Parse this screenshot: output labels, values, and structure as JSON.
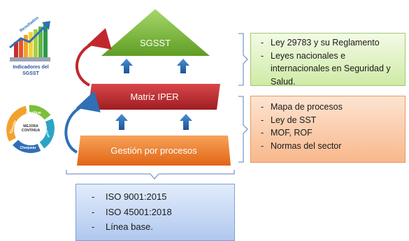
{
  "levels": {
    "top": {
      "label": "SGSST",
      "color": "#7dbb3a"
    },
    "middle": {
      "label": "Matriz IPER",
      "color": "#c1282d"
    },
    "bottom": {
      "label": "Gestión por procesos",
      "color": "#ee7b26"
    }
  },
  "sgsst_inputs": [
    "Ley 29783 y su Reglamento",
    "Leyes nacionales e internacionales en Seguridad y Salud."
  ],
  "iper_inputs": [
    "Mapa de procesos",
    "Ley de SST",
    "MOF, ROF",
    "Normas del sector"
  ],
  "base_inputs": [
    "ISO 9001:2015",
    "ISO 45001:2018",
    "Línea base."
  ],
  "indicators_icon": {
    "title": "Indicadores del SGSST",
    "arrow_label": "Resultados",
    "icon": "bar-chart-growth-icon"
  },
  "continuous_improvement_icon": {
    "center": "MEJORA CONTINUA",
    "steps": [
      "Planificar",
      "Actuar",
      "Chequear",
      "Ejecutar"
    ],
    "icon": "pdca-cycle-icon"
  },
  "colors": {
    "arrow_blue": "#2f6fb5",
    "curve_red": "#c1282d",
    "curve_blue": "#2f6fb5",
    "bracket": "#7f9ac9"
  }
}
